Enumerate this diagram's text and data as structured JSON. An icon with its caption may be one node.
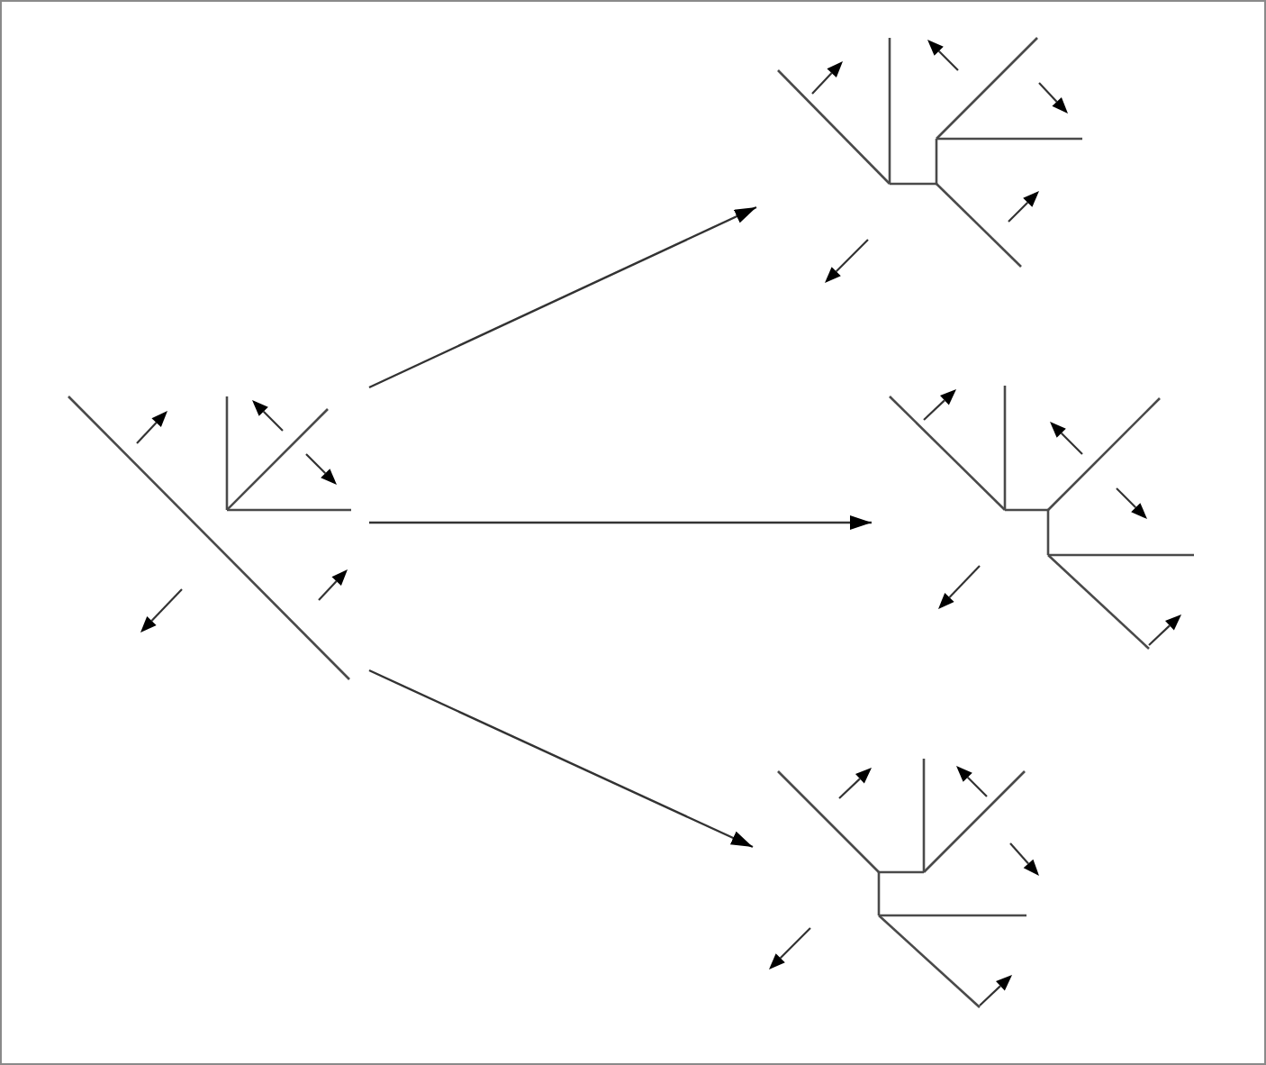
{
  "diagram": {
    "nodes": [
      {
        "text": [],
        "shape": "picture"
      },
      {
        "text": [],
        "shape": "picture"
      },
      {
        "text": [],
        "shape": "picture"
      },
      {
        "text": [],
        "shape": "picture"
      }
    ],
    "edges": [
      {
        "from": 0,
        "to": 1,
        "arrow": "to"
      },
      {
        "from": 0,
        "to": 2,
        "arrow": "to"
      },
      {
        "from": 0,
        "to": 3,
        "arrow": "to"
      }
    ]
  }
}
